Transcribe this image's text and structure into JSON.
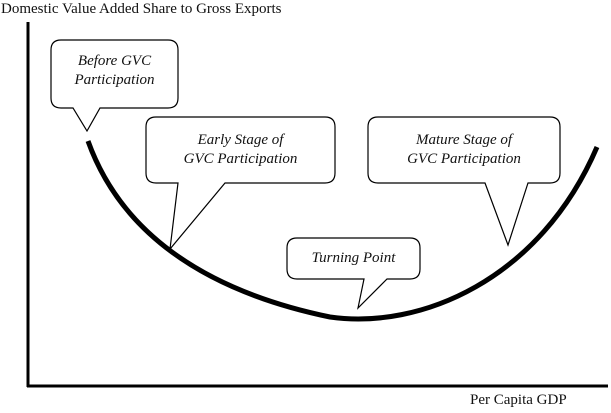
{
  "diagram": {
    "y_axis_label": "Domestic Value Added Share to Gross Exports",
    "x_axis_label": "Per Capita GDP",
    "curve_shape": "U-shaped (smile) curve",
    "callouts": [
      {
        "id": "before",
        "line1": "Before GVC",
        "line2": "Participation"
      },
      {
        "id": "early",
        "line1": "Early Stage of",
        "line2": "GVC Participation"
      },
      {
        "id": "turning",
        "line1": "Turning Point",
        "line2": ""
      },
      {
        "id": "mature",
        "line1": "Mature Stage of",
        "line2": "GVC Participation"
      }
    ],
    "colors": {
      "line": "#000000",
      "background": "#ffffff"
    }
  }
}
